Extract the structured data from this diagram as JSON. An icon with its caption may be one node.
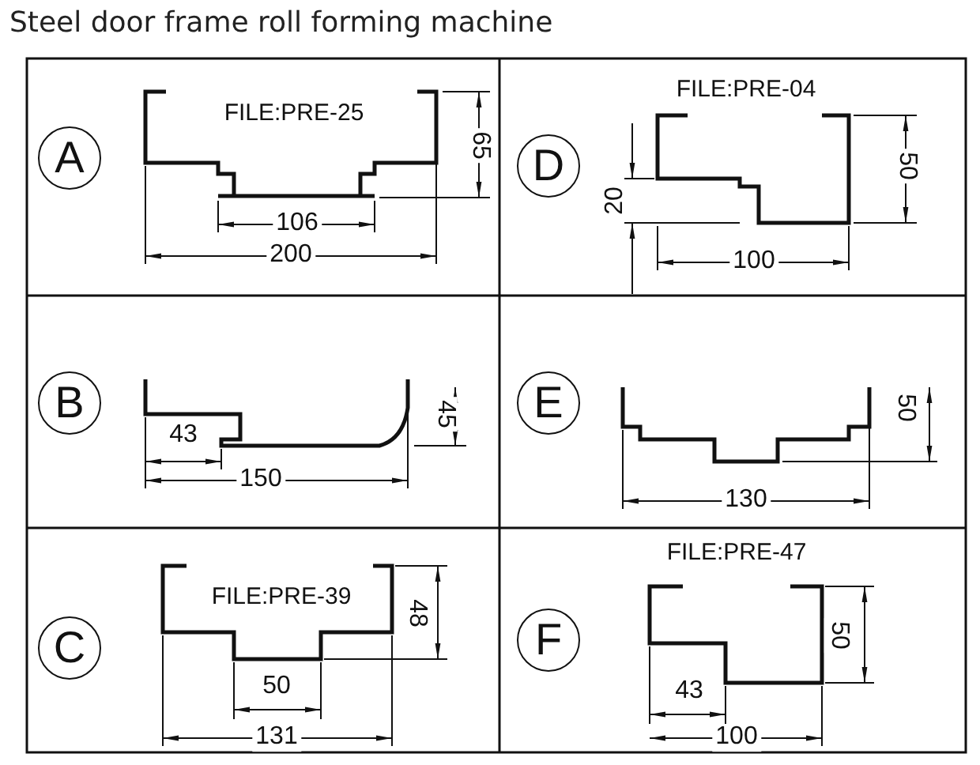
{
  "diagram": {
    "title": "Steel door frame roll forming machine",
    "nodes": [
      {
        "text": [
          "A"
        ]
      },
      {
        "text": [
          "D"
        ]
      },
      {
        "text": [
          "B"
        ]
      },
      {
        "text": [
          "E"
        ]
      },
      {
        "text": [
          "C"
        ]
      },
      {
        "text": [
          "F"
        ]
      }
    ],
    "labels": [
      "FILE:PRE-25",
      "65",
      "106",
      "200",
      "FILE:PRE-04",
      "50",
      "20",
      "100",
      "45",
      "43",
      "150",
      "50",
      "130",
      "FILE:PRE-39",
      "48",
      "50",
      "131",
      "FILE:PRE-47",
      "50",
      "43",
      "100"
    ]
  }
}
